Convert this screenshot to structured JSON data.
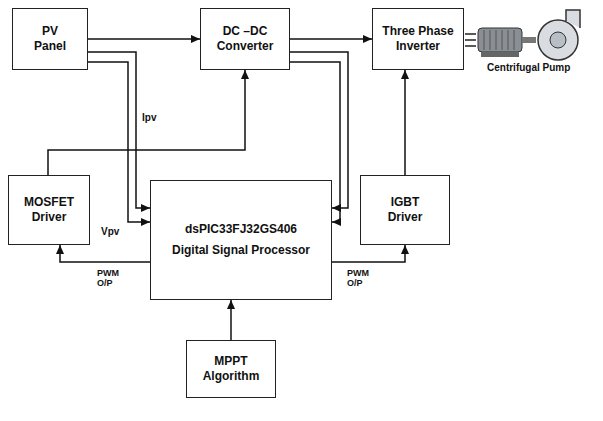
{
  "diagram": {
    "nodes": [
      {
        "text": [
          "PV Panel"
        ]
      },
      {
        "text": [
          "DC –DC Converter"
        ]
      },
      {
        "text": [
          "Three Phase Inverter"
        ]
      },
      {
        "text": [
          "MOSFET Driver"
        ]
      },
      {
        "text": [
          "dsPIC33FJ32GS406",
          "Digital Signal Processor"
        ]
      },
      {
        "text": [
          "IGBT Driver"
        ]
      },
      {
        "text": [
          "MPPT Algorithm"
        ]
      }
    ],
    "edges": [
      {
        "from": 0,
        "to": 1,
        "arrow": "to"
      },
      {
        "from": 1,
        "to": 2,
        "arrow": "to"
      },
      {
        "from": 0,
        "to": 4,
        "arrow": "to",
        "label": "Ipv"
      },
      {
        "from": 0,
        "to": 4,
        "arrow": "to",
        "label": "Vpv"
      },
      {
        "from": 1,
        "to": 4,
        "arrow": "to"
      },
      {
        "from": 1,
        "to": 4,
        "arrow": "to"
      },
      {
        "from": 3,
        "to": 1,
        "arrow": "to"
      },
      {
        "from": 4,
        "to": 3,
        "arrow": "to"
      },
      {
        "from": 4,
        "to": 5,
        "arrow": "to"
      },
      {
        "from": 5,
        "to": 2,
        "arrow": "to"
      },
      {
        "from": 6,
        "to": 4,
        "arrow": "to"
      }
    ],
    "labels": [
      "Centrifugal Pump",
      "PWM O/P",
      "PWM O/P"
    ]
  }
}
